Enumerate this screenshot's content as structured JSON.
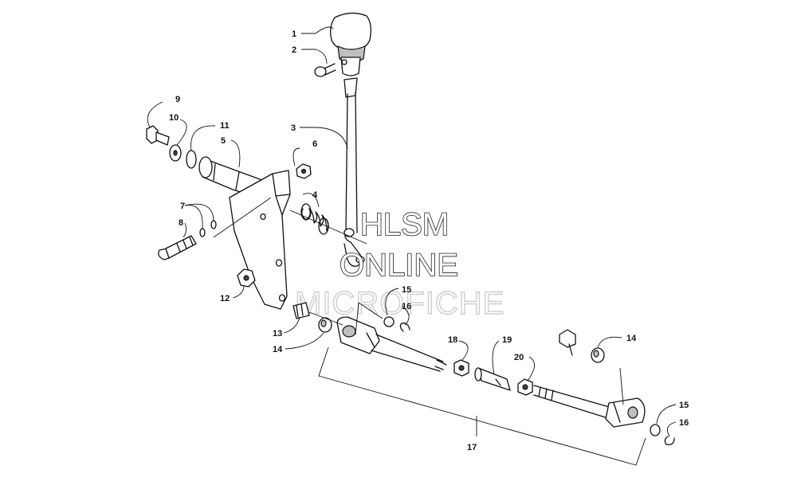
{
  "watermark": {
    "line1": "HLSM",
    "line2": "ONLINE",
    "line3": "MICROFICHE"
  },
  "callouts": [
    {
      "id": "c1",
      "text": "1"
    },
    {
      "id": "c2",
      "text": "2"
    },
    {
      "id": "c3",
      "text": "3"
    },
    {
      "id": "c4",
      "text": "4"
    },
    {
      "id": "c5",
      "text": "5"
    },
    {
      "id": "c6",
      "text": "6"
    },
    {
      "id": "c7",
      "text": "7"
    },
    {
      "id": "c8",
      "text": "8"
    },
    {
      "id": "c9",
      "text": "9"
    },
    {
      "id": "c10",
      "text": "10"
    },
    {
      "id": "c11",
      "text": "11"
    },
    {
      "id": "c12",
      "text": "12"
    },
    {
      "id": "c13",
      "text": "13"
    },
    {
      "id": "c14a",
      "text": "14"
    },
    {
      "id": "c14b",
      "text": "14"
    },
    {
      "id": "c15a",
      "text": "15"
    },
    {
      "id": "c15b",
      "text": "15"
    },
    {
      "id": "c16a",
      "text": "16"
    },
    {
      "id": "c16b",
      "text": "16"
    },
    {
      "id": "c17",
      "text": "17"
    },
    {
      "id": "c18",
      "text": "18"
    },
    {
      "id": "c19",
      "text": "19"
    },
    {
      "id": "c20",
      "text": "20"
    }
  ]
}
